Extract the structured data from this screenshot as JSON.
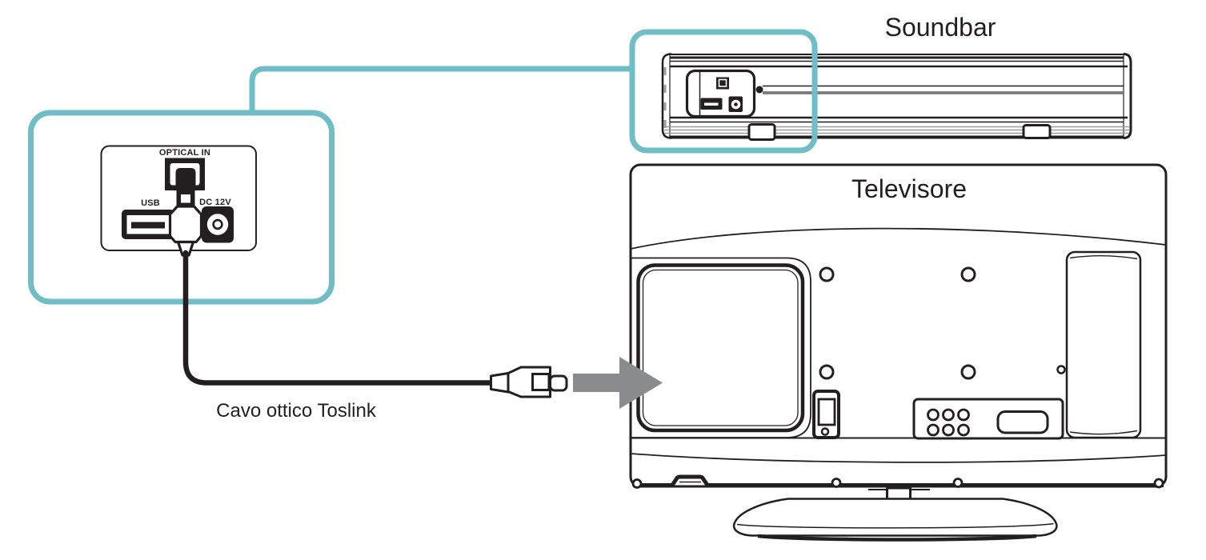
{
  "diagram": {
    "soundbar": {
      "label": "Soundbar"
    },
    "tv": {
      "label": "Televisore"
    },
    "cable": {
      "label": "Cavo ottico Toslink"
    },
    "callout": {
      "optical_label": "OPTICAL IN",
      "usb_label": "USB",
      "dc_label": "DC 12V"
    },
    "colors": {
      "ink": "#231f20",
      "teal": "#6fbdc6",
      "arrow_gray": "#8a8b8d",
      "grille_gray": "#9b9b9d",
      "background": "#ffffff"
    }
  }
}
